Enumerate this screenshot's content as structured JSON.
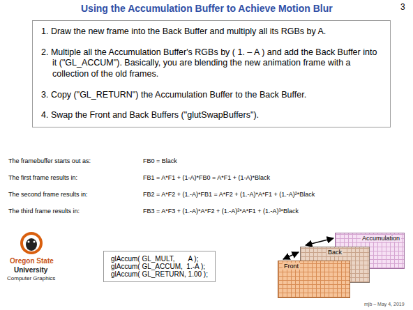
{
  "diagram": {
    "title": "Using the Accumulation Buffer to Achieve Motion Blur",
    "nodes": [
      {
        "text": [
          "1. Draw the new frame into the Back Buffer and multiply all its RGBs by A.",
          "2. Multiple all the Accumulation Buffer's RGBs by ( 1. – A ) and add the Back Buffer into it (\"GL_ACCUM\"). Basically, you are blending the new animation frame with a collection of the old frames.",
          "3. Copy (\"GL_RETURN\") the Accumulation Buffer to the Back Buffer.",
          "4. Swap the Front and Back Buffers (\"glutSwapBuffers\")."
        ]
      },
      {
        "text": [
          "glAccum( GL_MULT,       A );",
          "glAccum( GL_ACCUM,  1.-A );",
          "glAccum( GL_RETURN, 1.00 );"
        ]
      },
      {
        "text": [
          "Accumulation"
        ]
      },
      {
        "text": [
          "Back"
        ]
      },
      {
        "text": [
          "Front"
        ]
      }
    ],
    "edges": [
      {
        "from": 4,
        "to": 3,
        "arrow": "both"
      },
      {
        "from": 3,
        "to": 2,
        "arrow": "both"
      }
    ],
    "labels": [
      "3",
      "The framebuffer starts out as:",
      "FB0 = Black",
      "The first frame results in:",
      "FB1 = A*F1 + (1-A)*FB0  = A*F1 + (1-A)*Black",
      "The second frame results in:",
      "FB2 = A*F2 + (1.-A)*FB1 = A*F2 + (1.-A)*A*F1 + (1.-A)²*Black",
      "The third frame results in:",
      "FB3 = A*F3 + (1.-A)*A*F2 + (1.-A)²*A*F1 + (1.-A)³*Black",
      "Oregon State",
      "University",
      "Computer Graphics",
      "mjb – May 4, 2019"
    ]
  }
}
